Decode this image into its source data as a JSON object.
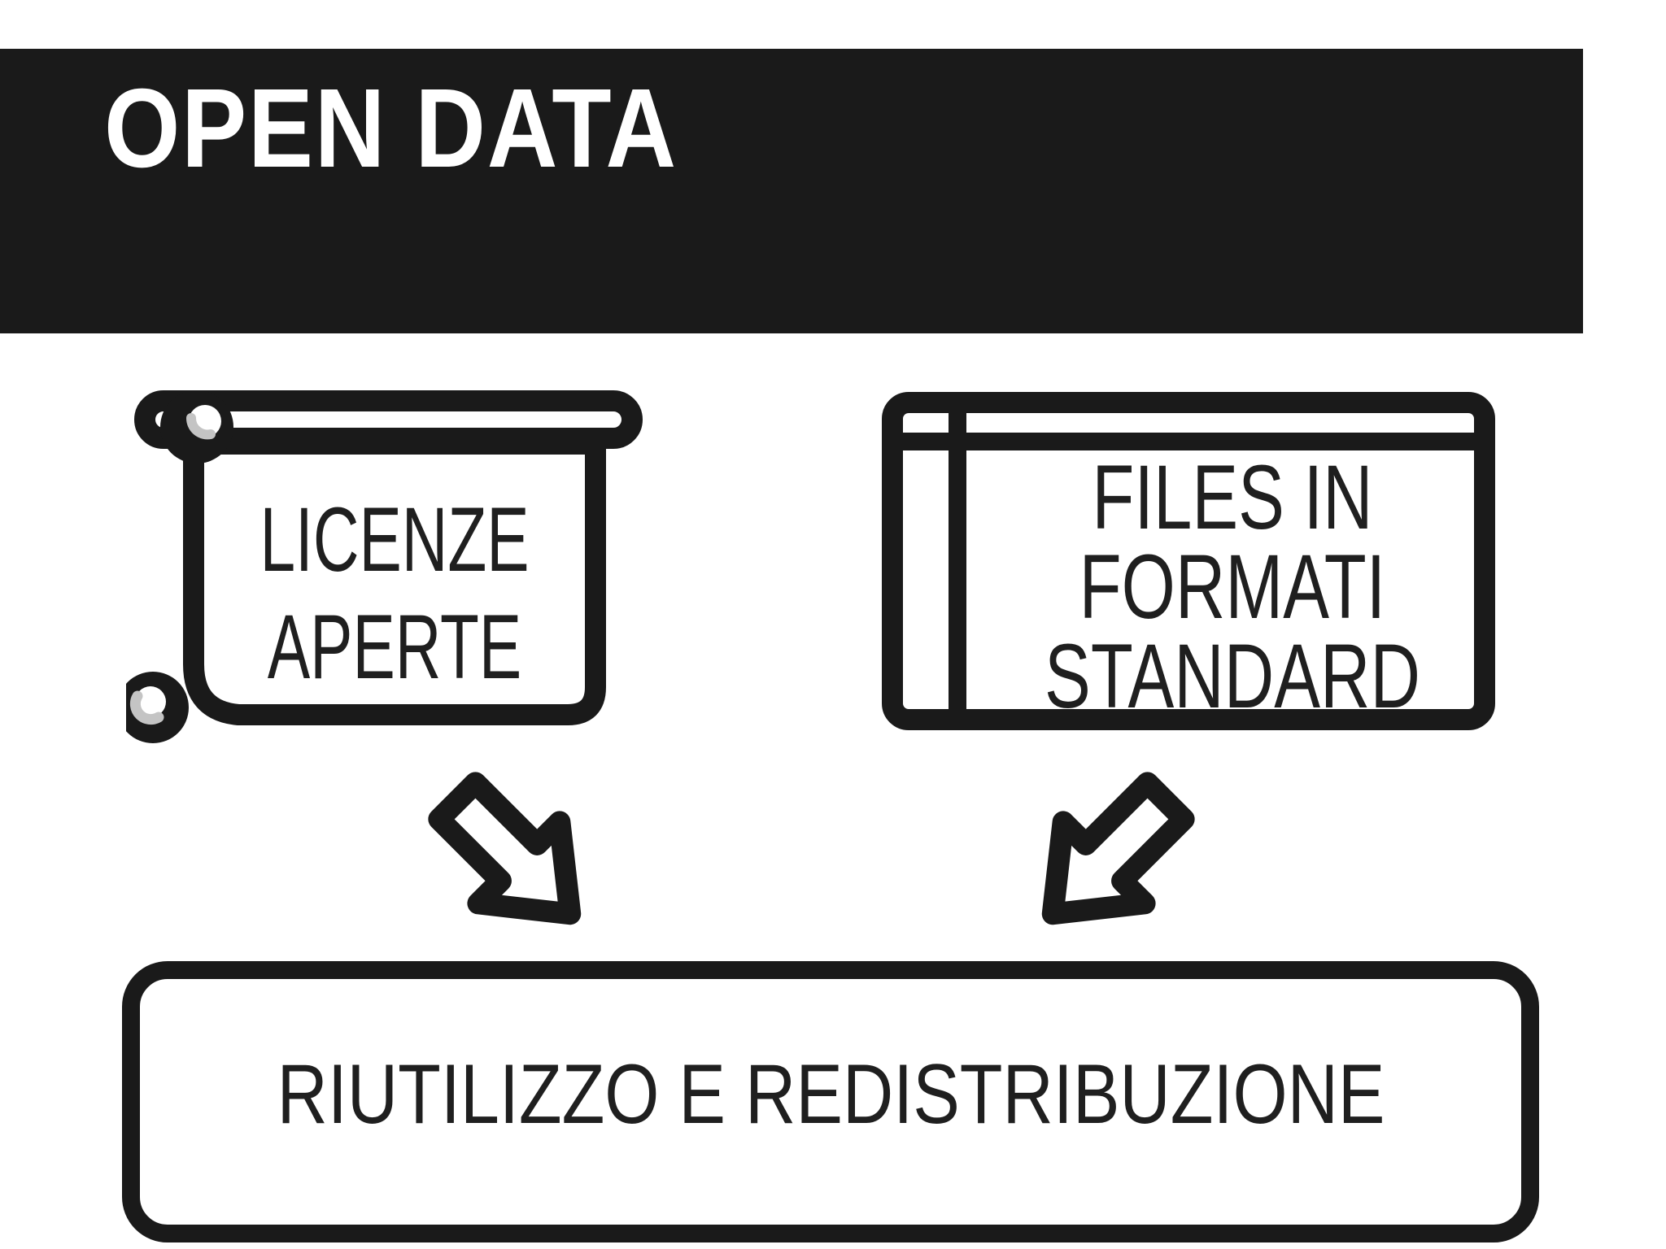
{
  "header": {
    "title": "OPEN DATA",
    "bg_color": "#1a1a1a",
    "text_color": "#ffffff"
  },
  "diagram": {
    "left_node": {
      "icon": "scroll-icon",
      "label": "LICENZE APERTE",
      "lines": [
        "LICENZE",
        "APERTE"
      ]
    },
    "right_node": {
      "icon": "spreadsheet-icon",
      "label": "FILES IN FORMATI STANDARD",
      "lines": [
        "FILES IN",
        "FORMATI",
        "STANDARD"
      ]
    },
    "arrows": [
      {
        "icon": "arrow-down-right-icon",
        "direction": "down-right",
        "from": "left_node",
        "to": "result_node"
      },
      {
        "icon": "arrow-down-left-icon",
        "direction": "down-left",
        "from": "right_node",
        "to": "result_node"
      }
    ],
    "result_node": {
      "label": "RIUTILIZZO E REDISTRIBUZIONE"
    }
  },
  "colors": {
    "ink": "#1a1a1a",
    "paper": "#ffffff",
    "curl_gray": "#c4c4c4"
  }
}
